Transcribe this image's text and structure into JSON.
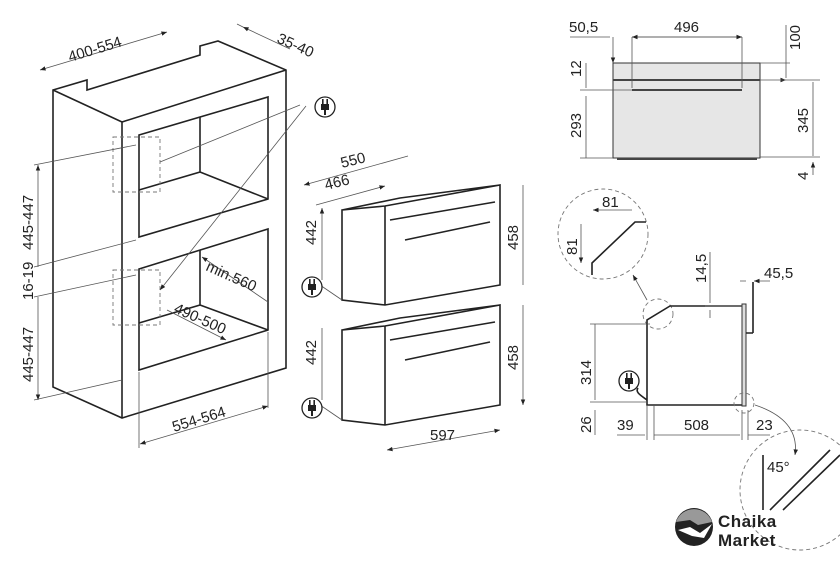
{
  "cabinet": {
    "width_top": "400-554",
    "gap_top": "35-40",
    "height_upper": "445-447",
    "gap_middle": "16-19",
    "height_lower": "445-447",
    "depth_min": "min.560",
    "inner_depth": "490-500",
    "width_bottom": "554-564"
  },
  "ovens": {
    "depth_total": "550",
    "depth_body": "466",
    "upper_body_height": "442",
    "upper_front_height": "458",
    "lower_body_height": "442",
    "lower_front_height": "458",
    "front_width": "597"
  },
  "front_view": {
    "left_offset": "50,5",
    "handle_width": "496",
    "top_offset": "100",
    "handle_gap": "12",
    "lower_height": "293",
    "body_height": "345",
    "foot": "4"
  },
  "side_view": {
    "chamfer_w": "81",
    "chamfer_h": "81",
    "top_gap": "14,5",
    "handle_depth": "45,5",
    "height": "314",
    "bottom": "26",
    "rear": "39",
    "depth": "508",
    "door": "23",
    "angle": "45°"
  },
  "logo": {
    "line1": "Chaika",
    "line2": "Market"
  },
  "icons": [
    "plug-icon",
    "chaika-logo"
  ]
}
